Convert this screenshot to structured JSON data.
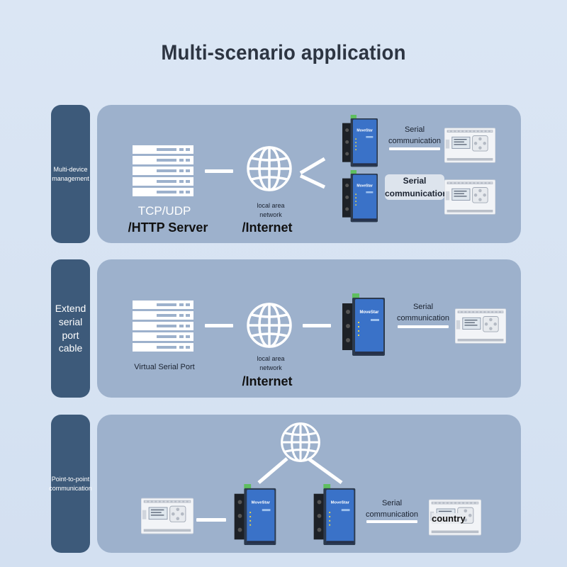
{
  "title": "Multi-scenario application",
  "sections": [
    {
      "side_label": "Multi-device management",
      "server_top": "TCP/UDP",
      "server_bottom": "/HTTP Server",
      "network_small": "local area network",
      "network_big": "/Internet",
      "serial_1": "Serial communication",
      "serial_2": "Serial communication"
    },
    {
      "side_label": "Extend serial port cable",
      "server_label": "Virtual Serial Port",
      "network_small": "local area network",
      "network_big": "/Internet",
      "serial": "Serial communication"
    },
    {
      "side_label": "Point-to-point communication",
      "serial": "Serial communication",
      "device_label": "country"
    }
  ],
  "device_brand": "MoveStar",
  "colors": {
    "background": "#d6e2f2",
    "side_bar": "#3d5a7a",
    "panel": "#9db1cc",
    "device_blue": "#3a72c8"
  }
}
